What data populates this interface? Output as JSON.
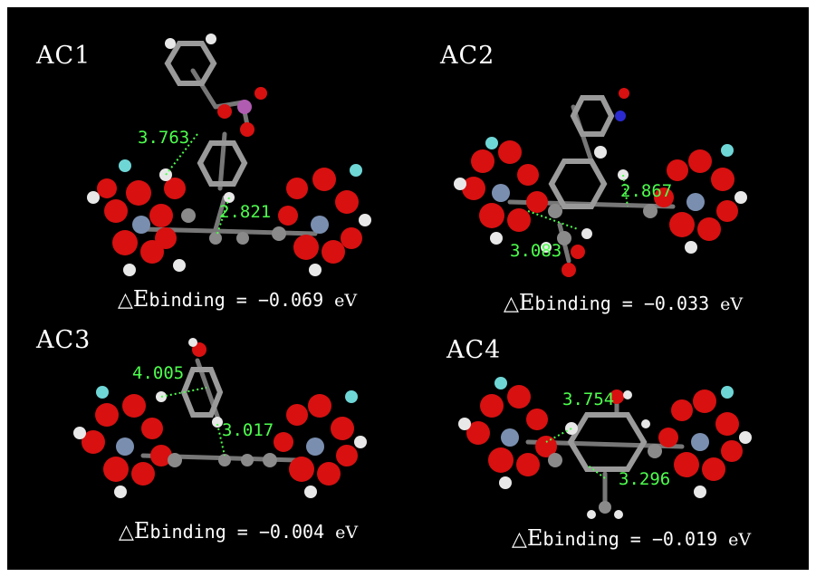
{
  "panels": [
    {
      "title": "AC1",
      "distances": [
        "3.763",
        "2.821"
      ],
      "energy": {
        "delta": "△",
        "E": "E",
        "sub": "binding",
        "eq": " = ",
        "value": "−0.069",
        "unit": "eV"
      }
    },
    {
      "title": "AC2",
      "distances": [
        "2.867",
        "3.083"
      ],
      "energy": {
        "delta": "△",
        "E": "E",
        "sub": "binding",
        "eq": " = ",
        "value": "−0.033",
        "unit": "eV"
      }
    },
    {
      "title": "AC3",
      "distances": [
        "4.005",
        "3.017"
      ],
      "energy": {
        "delta": "△",
        "E": "E",
        "sub": "binding",
        "eq": " = ",
        "value": "−0.004",
        "unit": "eV"
      }
    },
    {
      "title": "AC4",
      "distances": [
        "3.754",
        "3.296"
      ],
      "energy": {
        "delta": "△",
        "E": "E",
        "sub": "binding",
        "eq": " = ",
        "value": "−0.019",
        "unit": "eV"
      }
    }
  ],
  "colors": {
    "background": "#000000",
    "oxygen": "#d81010",
    "carbon": "#8a8a8a",
    "hydrogen": "#e8e8e8",
    "metal": "#7a8fb0",
    "fluorine": "#6fd6d6",
    "phosphorus": "#b05cb0",
    "nitrogen": "#2a2ad0",
    "contact-line": "#4dff4d"
  }
}
